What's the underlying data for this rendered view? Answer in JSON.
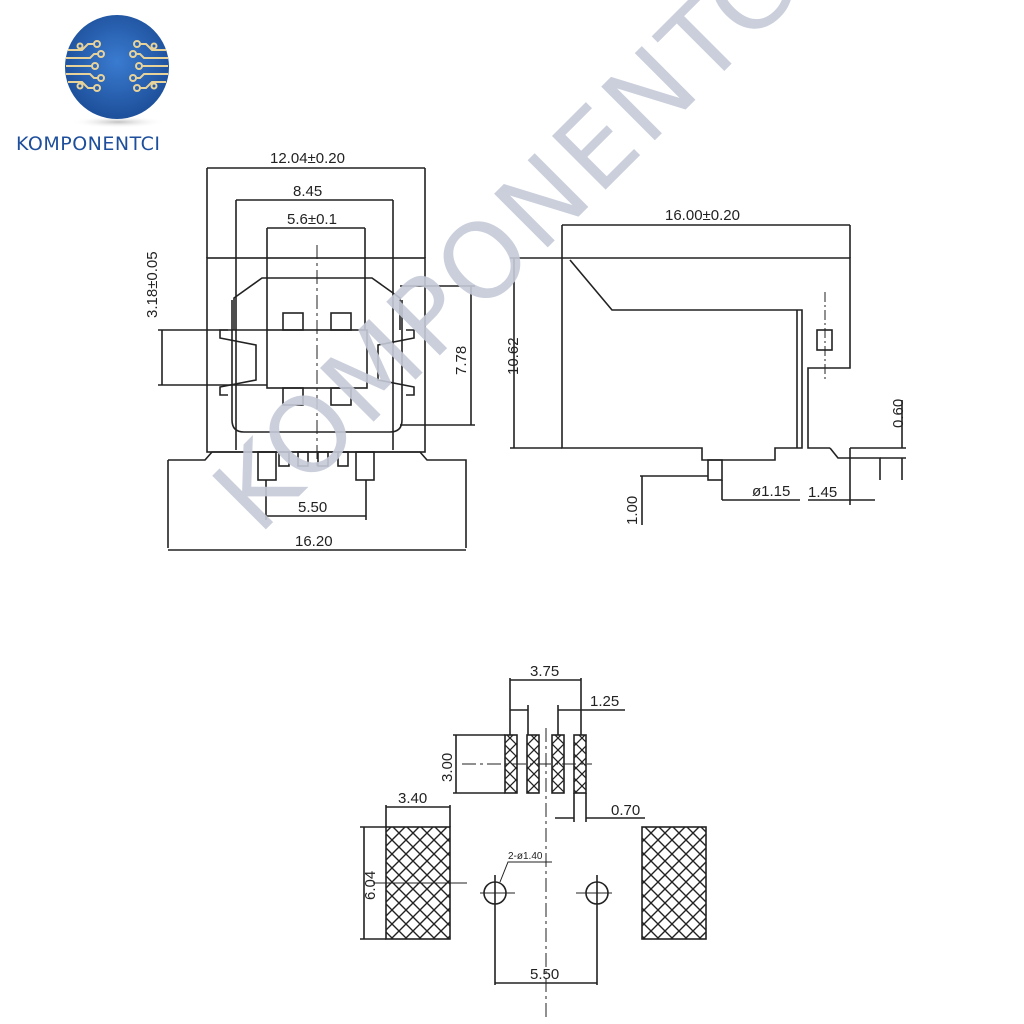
{
  "brand": {
    "name": "KOMPONENTCI",
    "logo_icon": "circuit-globe-icon",
    "colors": {
      "logo_blue": "#2b63b0",
      "trace_gold": "#e7d29a",
      "text_blue": "#1e4f9c",
      "watermark": "#c5cad8"
    }
  },
  "watermark": {
    "text": "KOMPONENTCI"
  },
  "front_view": {
    "dims": {
      "overall_width": "12.04±0.20",
      "shell_width": "8.45",
      "opening_width": "5.6±0.1",
      "opening_height": "3.18±0.05",
      "height": "7.78",
      "pin_pitch": "5.50",
      "base_width": "16.20"
    }
  },
  "side_view": {
    "dims": {
      "length": "16.00±0.20",
      "height": "10.62",
      "tab_thickness": "0.60",
      "peg_length": "1.00",
      "peg_diameter": "ø1.15",
      "tab_length": "1.45"
    }
  },
  "footprint": {
    "dims": {
      "pins_span": "3.75",
      "pin_pitch": "1.25",
      "pad_height": "3.00",
      "pad_width": "0.70",
      "mount_pad_width": "3.40",
      "mount_pad_height": "6.04",
      "holes": "2-ø1.40",
      "holes_pitch": "5.50"
    }
  }
}
